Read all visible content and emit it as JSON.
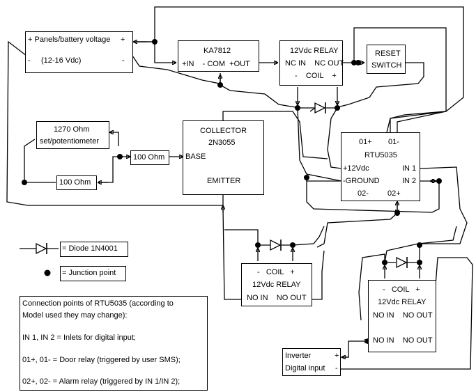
{
  "blocks": {
    "panels": {
      "line1_left": "+ Panels/battery voltage",
      "line1_right": "+",
      "line2_left": "-",
      "line2_mid": "(12-16 Vdc)",
      "line2_right": "-"
    },
    "ka7812": {
      "title": "KA7812",
      "pins": "+IN    - COM  +OUT"
    },
    "relay_top": {
      "title": "12Vdc RELAY",
      "pins": "NC IN    NC OUT",
      "coil": "-    COIL    +"
    },
    "reset": {
      "line1": "RESET",
      "line2": "SWITCH"
    },
    "potentiometer": {
      "line1": "1270 Ohm",
      "line2": "set/potentiometer"
    },
    "resistor_100_a": "100 Ohm",
    "resistor_100_b": "100 Ohm",
    "transistor": {
      "collector": "COLLECTOR",
      "model": "2N3055",
      "base": "BASE",
      "emitter": "EMITTER"
    },
    "rtu": {
      "o1p": "01+",
      "o1m": "01-",
      "name": "RTU5035",
      "v12": "+12Vdc",
      "in1": "IN 1",
      "ground": "-GROUND",
      "in2": "IN 2",
      "o2m": "02-",
      "o2p": "02+"
    },
    "relay_mid": {
      "coil": "-   COIL   +",
      "title": "12Vdc RELAY",
      "pins": "NO IN    NO OUT"
    },
    "relay_right": {
      "coil": "-   COIL   +",
      "title": "12Vdc RELAY",
      "pins_a": "NO IN    NO OUT",
      "pins_b": "NO IN    NO OUT"
    },
    "inverter": {
      "line1_left": "Inverter",
      "line1_right": "+",
      "line2_left": "Digital input",
      "line2_right": "-"
    }
  },
  "legend": {
    "diode": "= Diode 1N4001",
    "junction": "= Junction point"
  },
  "notes": {
    "title": "Connection points of RTU5035 (according to",
    "title2": "Model used they may change):",
    "line1": "IN 1, IN 2 = Inlets for digital input;",
    "line2": "01+, 01- = Door relay (triggered by user SMS);",
    "line3": "02+, 02- = Alarm relay (triggered by IN 1/IN 2);"
  }
}
